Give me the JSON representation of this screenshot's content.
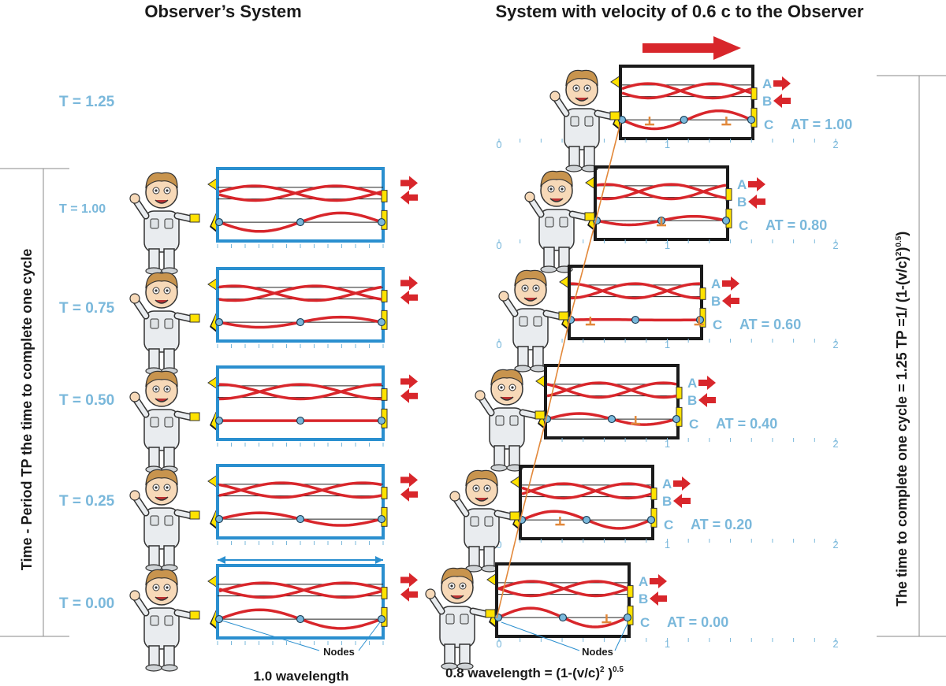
{
  "headers": {
    "left": "Observer’s System",
    "right": "System with velocity of 0.6 c to the Observer"
  },
  "left_axis_label": "Time - Period TP the time to complete one cycle",
  "right_axis_label": "The time to complete one cycle = 1.25 TP =1/ (1-(v/c)",
  "right_axis_exp_2": "2",
  "right_axis_exp_05": "0.5",
  "right_axis_close": ")",
  "left_times": [
    "T = 1.25",
    "T = 1.00",
    "T = 0.75",
    "T = 0.50",
    "T = 0.25",
    "T = 0.00"
  ],
  "moving_times": [
    "AT = 1.00",
    "AT = 0.80",
    "AT = 0.60",
    "AT = 0.40",
    "AT = 0.20",
    "AT = 0.00"
  ],
  "wave_labels": {
    "a": "A",
    "b": "B",
    "c": "C"
  },
  "ticks": {
    "t0": "0",
    "t1": "1",
    "t2": "2"
  },
  "nodes_label": "Nodes",
  "footer_left": "1.0 wavelength",
  "footer_right_main": "0.8 wavelength = (1-(v/c)",
  "footer_right_sup2": "2",
  "footer_right_close": " )",
  "footer_right_sup05": "0.5",
  "colors": {
    "observer_box": "#2a8fcf",
    "moving_box": "#1a1a1a",
    "wave": "#d8262b",
    "label_blue": "#7ab8db",
    "arrow_red": "#d8262b",
    "mirror_yellow": "#ffe200",
    "node_fill": "#7ab8db",
    "light_path": "#e2883a"
  }
}
